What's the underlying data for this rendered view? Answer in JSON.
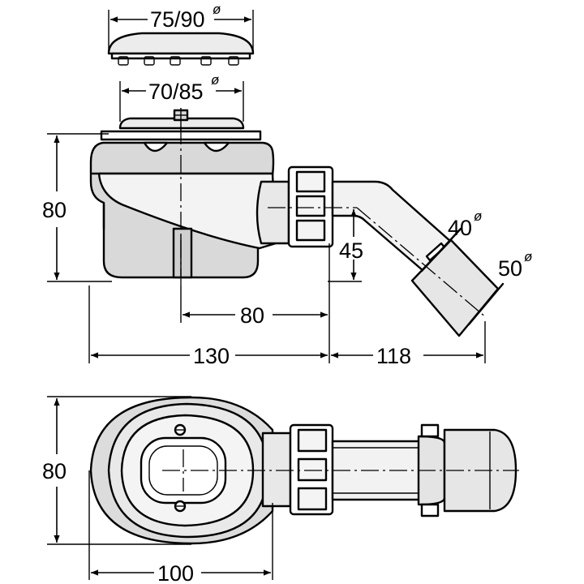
{
  "dimensions": {
    "cover_diameter": "75/90",
    "grate_diameter": "70/85",
    "body_height": "80",
    "outlet_offset": "80",
    "outlet_height": "45",
    "total_length": "130",
    "pipe_length": "118",
    "pipe_small_diameter": "40",
    "pipe_large_diameter": "50",
    "plan_width": "80",
    "plan_length": "100"
  },
  "symbols": {
    "diameter": "ø"
  },
  "colors": {
    "line": "#000000",
    "light_fill": "#ffffff",
    "mid_fill": "#e4e4e4",
    "dark_fill": "#bdbdbd"
  }
}
